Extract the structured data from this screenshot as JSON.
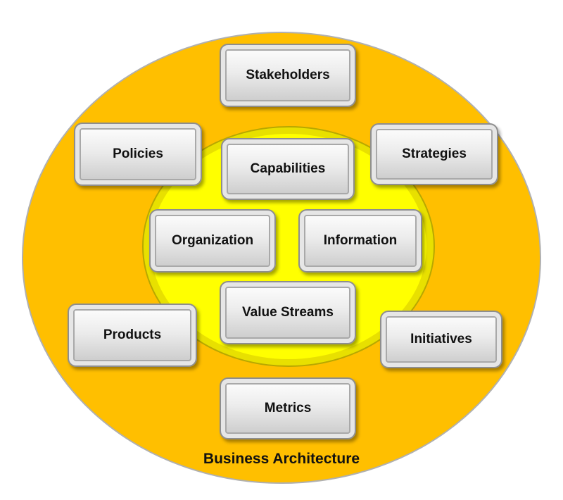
{
  "diagram": {
    "caption": "Business Architecture",
    "colors": {
      "outer_circle": "#FFBF00",
      "inner_circle": "#FFFF00",
      "box_border": "#8E8E8E"
    },
    "outer_items": {
      "stakeholders": "Stakeholders",
      "policies": "Policies",
      "strategies": "Strategies",
      "products": "Products",
      "initiatives": "Initiatives",
      "metrics": "Metrics"
    },
    "inner_items": {
      "capabilities": "Capabilities",
      "organization": "Organization",
      "information": "Information",
      "value_streams": "Value Streams"
    }
  }
}
